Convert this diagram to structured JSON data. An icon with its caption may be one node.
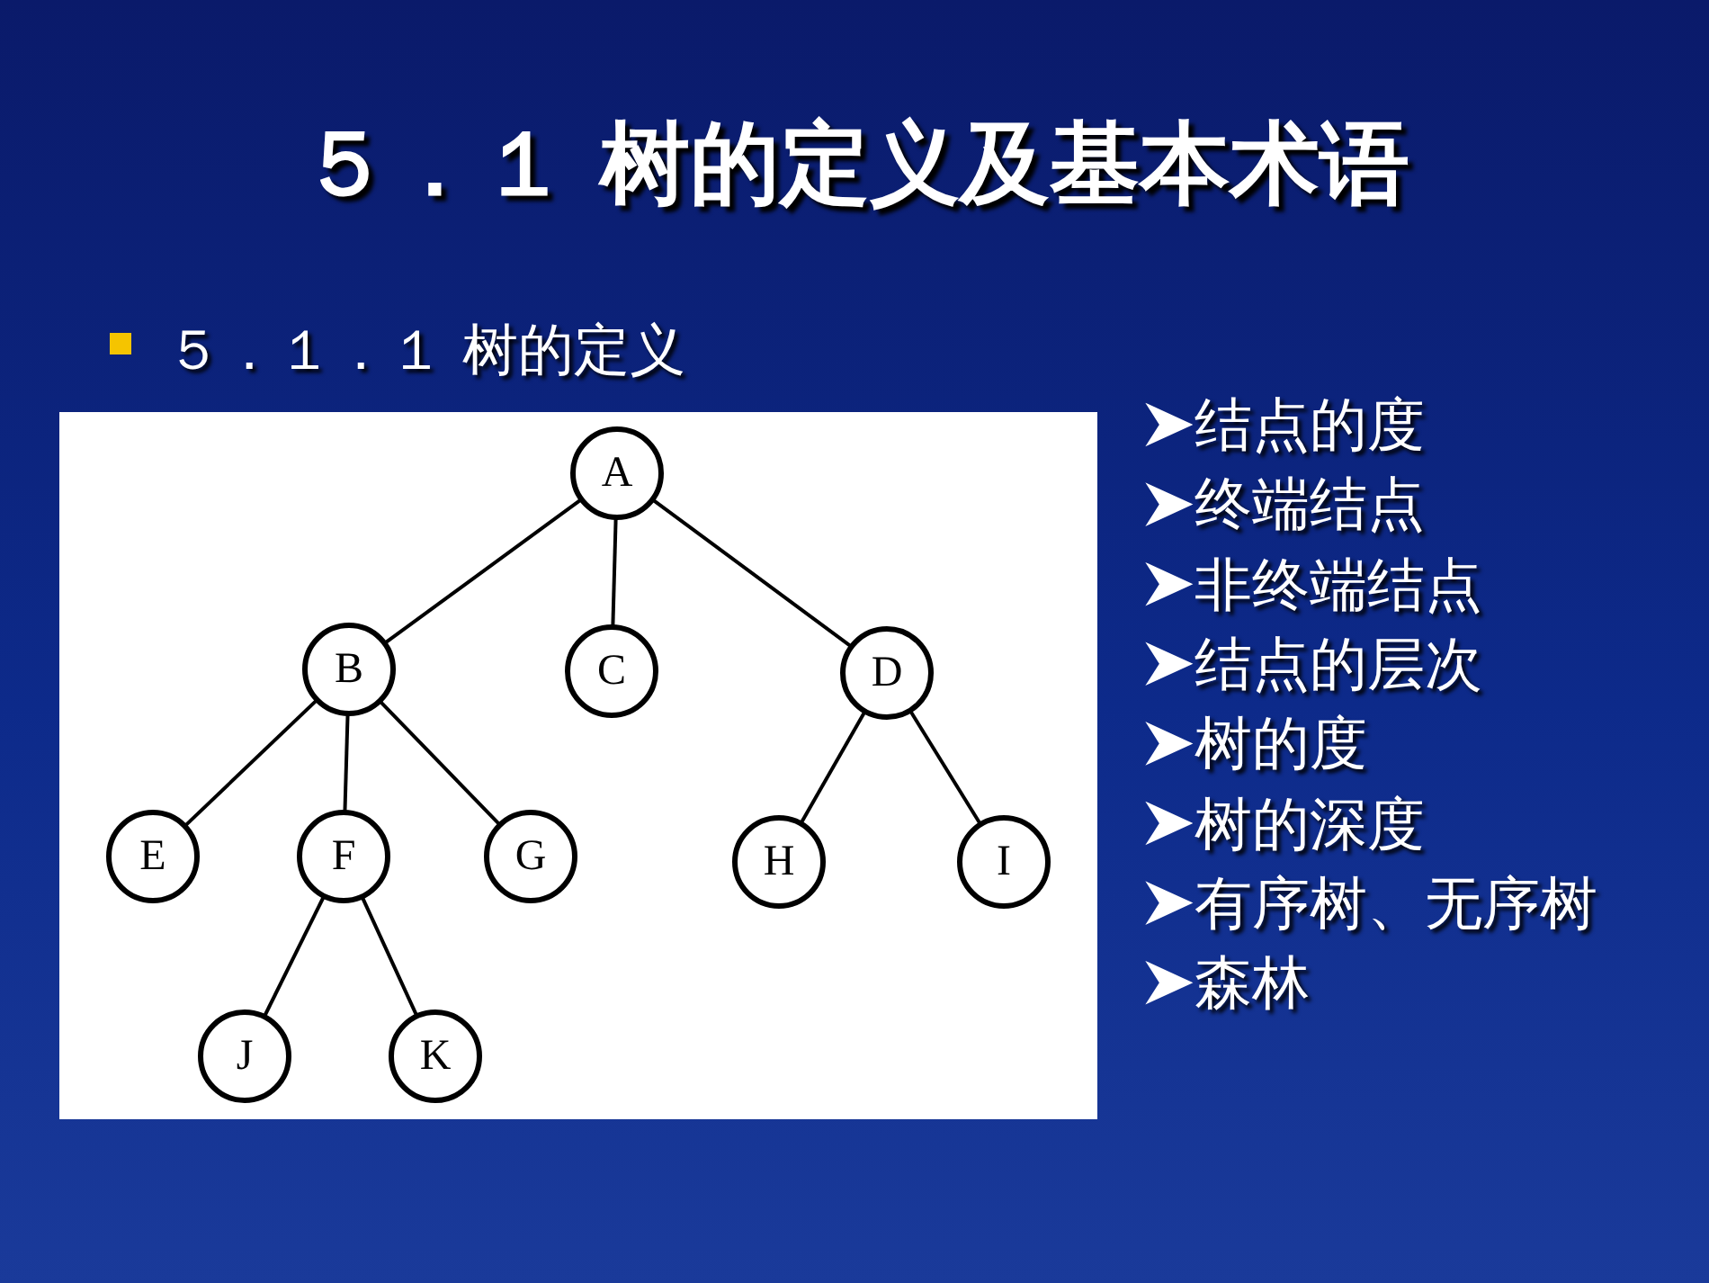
{
  "diagram": {
    "title": "５．１ 树的定义及基本术语",
    "nodes": [
      {
        "text": [
          "A"
        ]
      },
      {
        "text": [
          "B"
        ]
      },
      {
        "text": [
          "C"
        ]
      },
      {
        "text": [
          "D"
        ]
      },
      {
        "text": [
          "E"
        ]
      },
      {
        "text": [
          "F"
        ]
      },
      {
        "text": [
          "G"
        ]
      },
      {
        "text": [
          "H"
        ]
      },
      {
        "text": [
          "I"
        ]
      },
      {
        "text": [
          "J"
        ]
      },
      {
        "text": [
          "K"
        ]
      }
    ],
    "edges": [
      {
        "from": 0,
        "to": 1,
        "arrow": "none"
      },
      {
        "from": 0,
        "to": 2,
        "arrow": "none"
      },
      {
        "from": 0,
        "to": 3,
        "arrow": "none"
      },
      {
        "from": 1,
        "to": 4,
        "arrow": "none"
      },
      {
        "from": 1,
        "to": 5,
        "arrow": "none"
      },
      {
        "from": 1,
        "to": 6,
        "arrow": "none"
      },
      {
        "from": 3,
        "to": 7,
        "arrow": "none"
      },
      {
        "from": 3,
        "to": 8,
        "arrow": "none"
      },
      {
        "from": 5,
        "to": 9,
        "arrow": "none"
      },
      {
        "from": 5,
        "to": 10,
        "arrow": "none"
      }
    ],
    "labels": [
      "５．１．１ 树的定义",
      "结点的度",
      "终端结点",
      "非终端结点",
      "结点的层次",
      "树的度",
      "树的深度",
      "有序树、无序树",
      "森林"
    ]
  }
}
